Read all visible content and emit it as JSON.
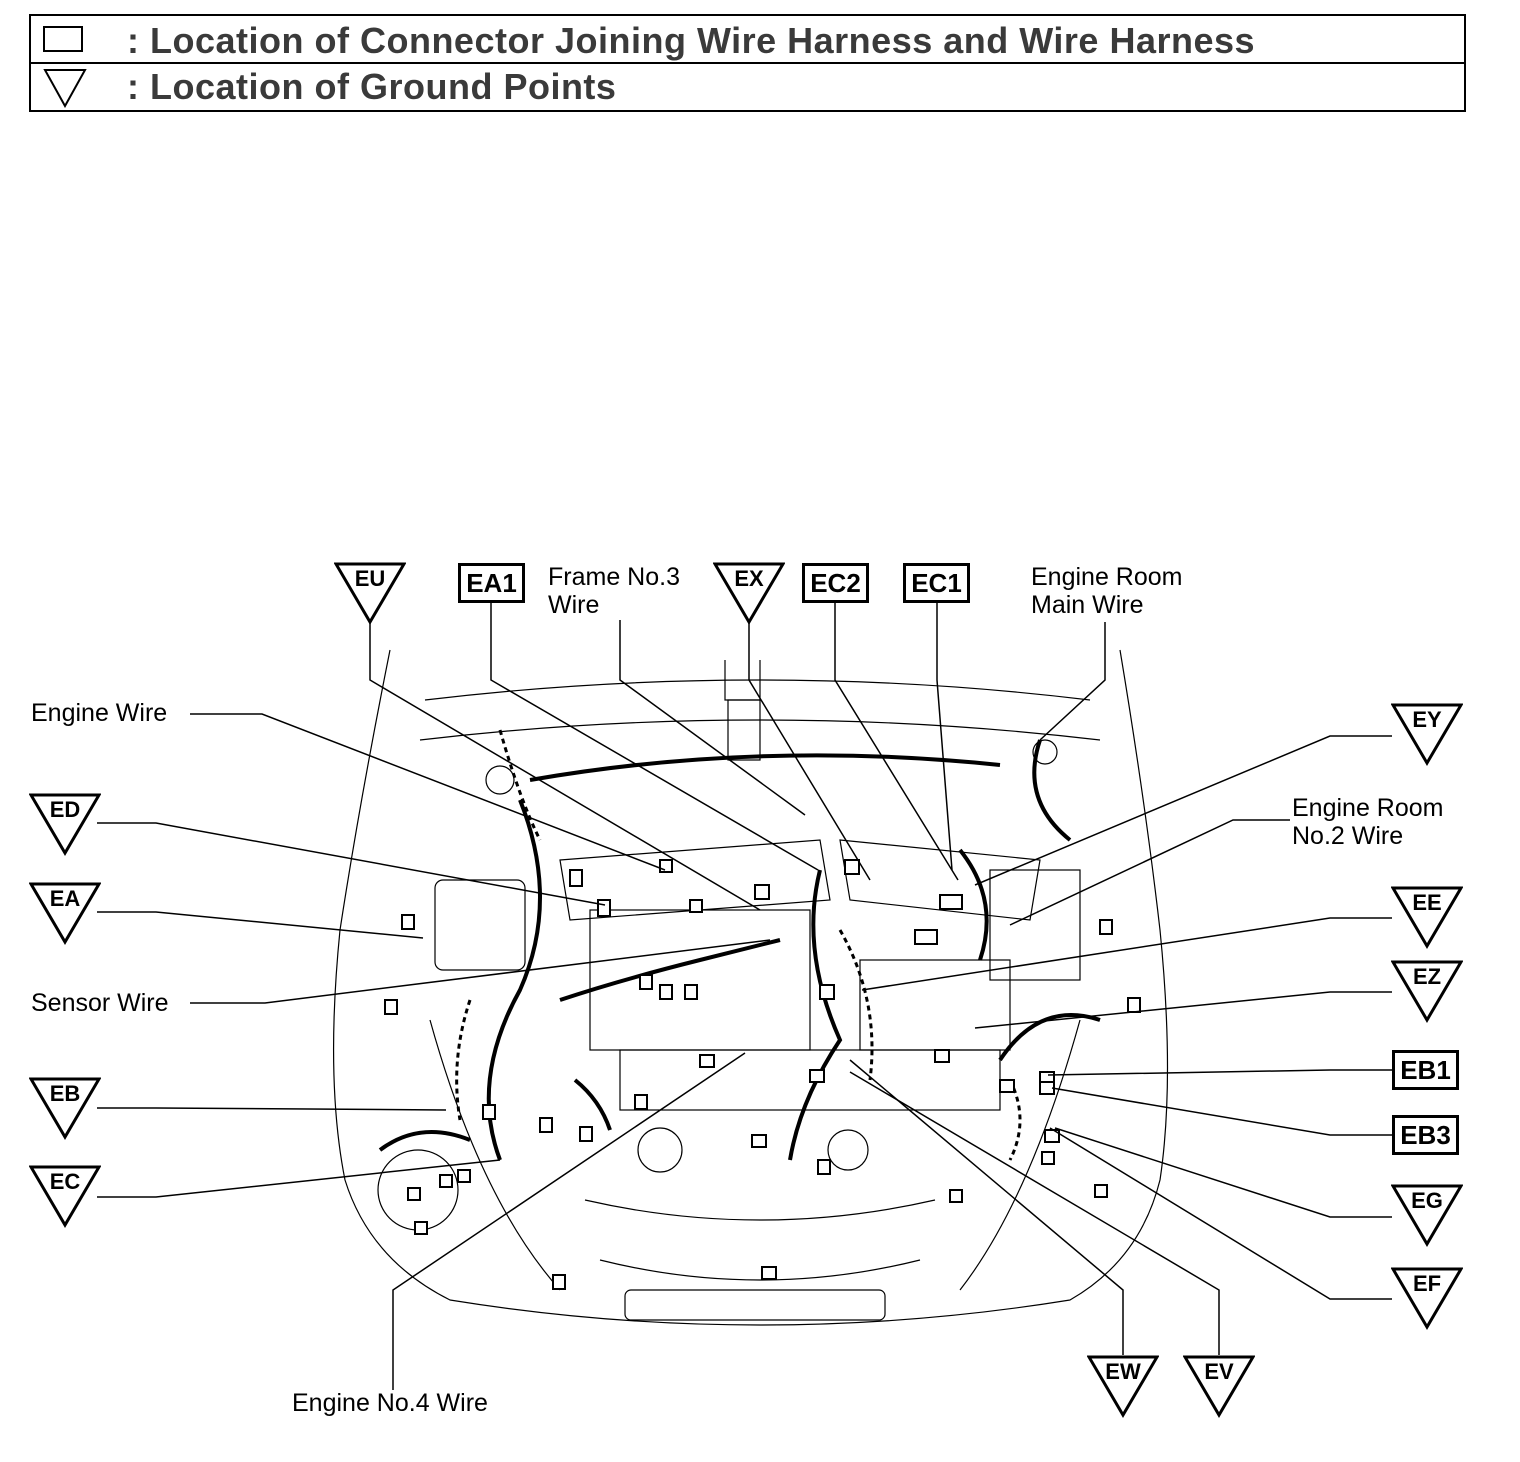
{
  "legend": {
    "connector_text": ": Location of Connector Joining Wire Harness and Wire Harness",
    "ground_text": ": Location of Ground Points"
  },
  "labels": {
    "engine_wire": "Engine Wire",
    "frame_no3_line1": "Frame No.3",
    "frame_no3_line2": "Wire",
    "engine_room_main_line1": "Engine Room",
    "engine_room_main_line2": "Main Wire",
    "engine_room_no2_line1": "Engine Room",
    "engine_room_no2_line2": "No.2 Wire",
    "sensor_wire": "Sensor Wire",
    "engine_no4_wire": "Engine No.4 Wire"
  },
  "connectors": {
    "ea1": "EA1",
    "ec2": "EC2",
    "ec1": "EC1",
    "eb1": "EB1",
    "eb3": "EB3"
  },
  "grounds": {
    "eu": "EU",
    "ex": "EX",
    "ey": "EY",
    "ed": "ED",
    "ea": "EA",
    "ee": "EE",
    "ez": "EZ",
    "eb": "EB",
    "ec": "EC",
    "eg": "EG",
    "ef": "EF",
    "ew": "EW",
    "ev": "EV"
  }
}
